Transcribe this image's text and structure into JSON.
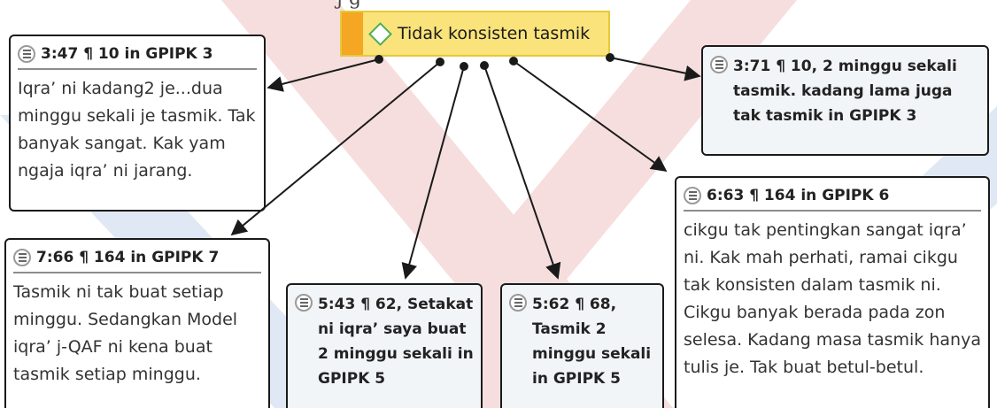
{
  "top_fragment": "j g",
  "code": {
    "label": "Tidak konsisten tasmik",
    "stripe_color": "#f5a623",
    "fill_color": "#f9e37a",
    "diamond_color": "#4caf50"
  },
  "quotes": [
    {
      "id": "q1",
      "ref": "3:47 ¶ 10 in GPIPK 3",
      "text": "Iqra’ ni kadang2 je...dua minggu sekali je tasmik. Tak banyak sangat. Kak yam ngaja iqra’ ni jarang."
    },
    {
      "id": "q2",
      "ref": "3:71 ¶ 10, 2 minggu sekali tasmik. kadang lama juga tak tasmik in GPIPK 3",
      "text": ""
    },
    {
      "id": "q3",
      "ref": "6:63 ¶ 164 in GPIPK 6",
      "text": "cikgu tak pentingkan sangat iqra’ ni. Kak mah perhati, ramai cikgu tak konsisten dalam tasmik ni. Cikgu banyak berada pada zon selesa. Kadang masa tasmik hanya tulis je. Tak buat betul-betul."
    },
    {
      "id": "q4",
      "ref": "7:66 ¶ 164 in GPIPK 7",
      "text": " Tasmik ni tak buat setiap minggu. Sedangkan Model iqra’ j-QAF ni kena buat tasmik setiap minggu."
    },
    {
      "id": "q5",
      "ref": "5:43 ¶ 62, Setakat ni iqra’ saya buat 2 minggu sekali in GPIPK 5",
      "text": ""
    },
    {
      "id": "q6",
      "ref": "5:62 ¶ 68, Tasmik 2 minggu sekali in GPIPK 5",
      "text": ""
    }
  ],
  "colors": {
    "watermark_red": "#f3d6d6",
    "watermark_blue": "#d6e2f3",
    "border": "#1a1a1a"
  }
}
